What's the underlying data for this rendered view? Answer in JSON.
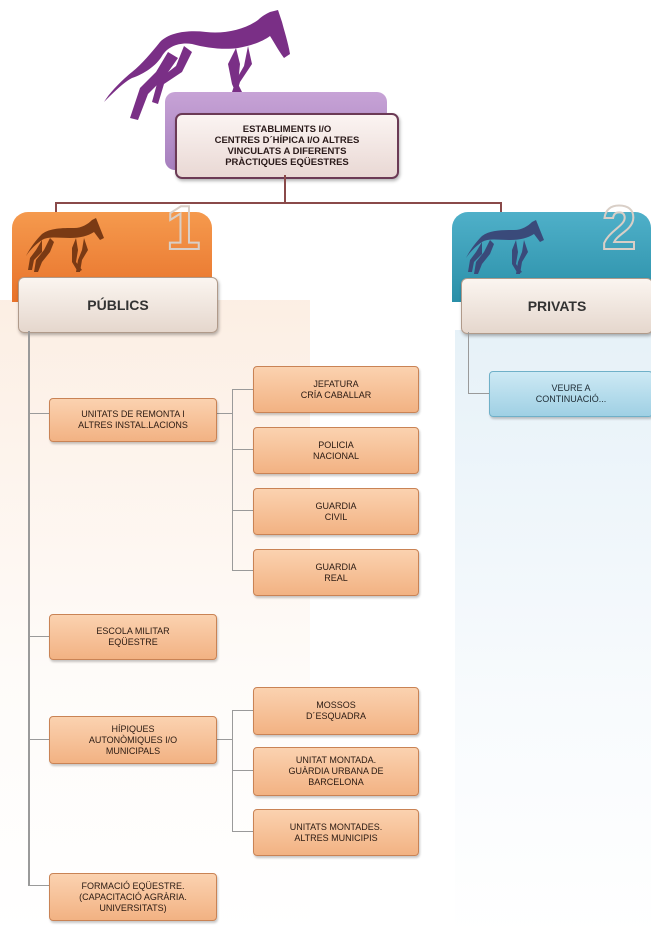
{
  "root": {
    "label": "ESTABLIMENTS I/O\nCENTRES D´HÍPICA I/O ALTRES\nVINCULATS A DIFERENTS\nPRÀCTIQUES EQÜESTRES"
  },
  "colors": {
    "purple": "#7a2f86",
    "orange": "#e8722a",
    "teal": "#2a8fa8",
    "line": "#8a4a4a"
  },
  "publics": {
    "number": "1",
    "label": "PÚBLICS",
    "items": [
      {
        "label": "UNITATS DE REMONTA I\nALTRES INSTAL.LACIONS",
        "children": [
          "JEFATURA\nCRÍA CABALLAR",
          "POLICIA\nNACIONAL",
          "GUARDIA\nCIVIL",
          "GUARDIA\nREAL"
        ]
      },
      {
        "label": "ESCOLA MILITAR\nEQÜESTRE"
      },
      {
        "label": "HÍPIQUES\nAUTONÒMIQUES I/O\nMUNICIPALS",
        "children": [
          "MOSSOS\nD´ESQUADRA",
          "UNITAT MONTADA.\nGUÀRDIA URBANA DE\nBARCELONA",
          "UNITATS MONTADES.\nALTRES MUNICIPIS"
        ]
      },
      {
        "label": "FORMACIÓ EQÜESTRE.\n(CAPACITACIÓ AGRÀRIA.\nUNIVERSITATS)"
      }
    ]
  },
  "privats": {
    "number": "2",
    "label": "PRIVATS",
    "items": [
      {
        "label": "VEURE A\nCONTINUACIÓ..."
      }
    ]
  }
}
